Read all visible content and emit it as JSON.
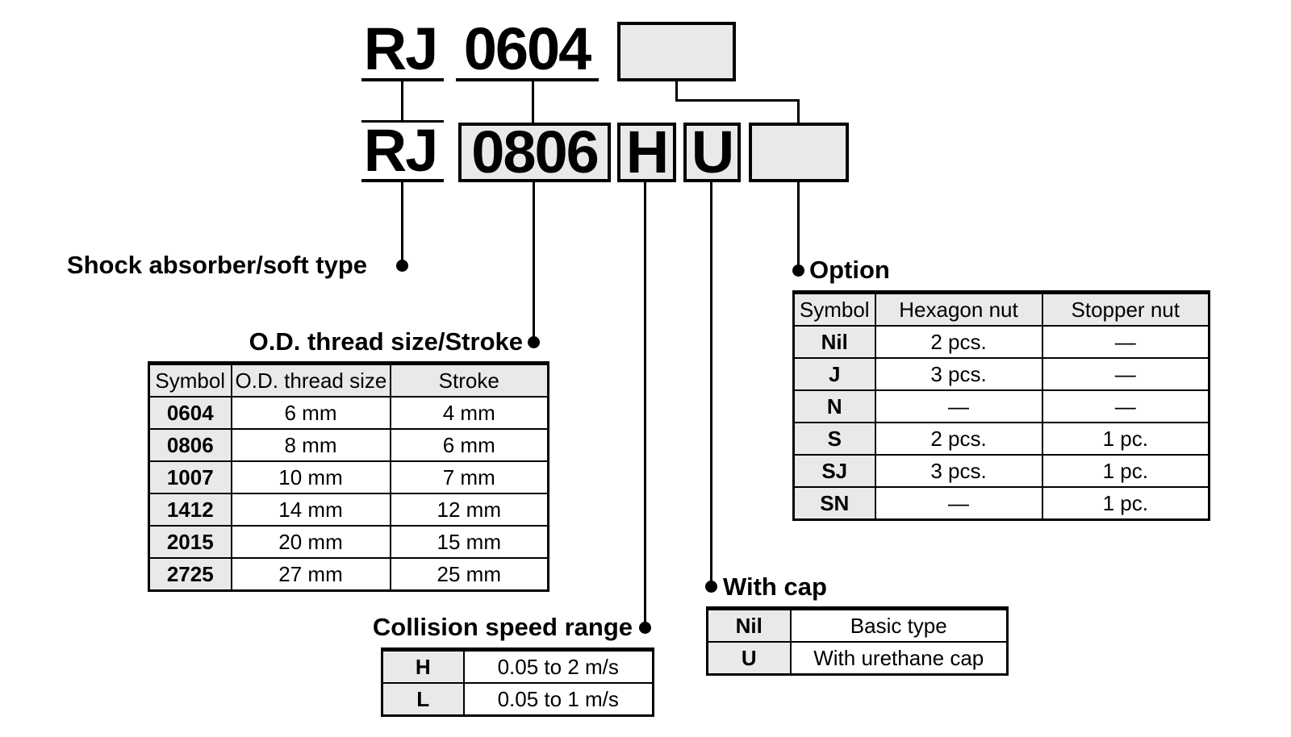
{
  "model_top": {
    "prefix": "RJ",
    "size": "0604"
  },
  "model_bottom": {
    "prefix": "RJ",
    "size": "0806",
    "speed": "H",
    "cap": "U"
  },
  "labels": {
    "shock": "Shock absorber/soft type",
    "od": "O.D. thread size/Stroke",
    "option": "Option",
    "collision": "Collision speed range",
    "withcap": "With cap"
  },
  "tables": {
    "od": {
      "headers": [
        "Symbol",
        "O.D. thread size",
        "Stroke"
      ],
      "rows": [
        [
          "0604",
          "6 mm",
          "4 mm"
        ],
        [
          "0806",
          "8 mm",
          "6 mm"
        ],
        [
          "1007",
          "10 mm",
          "7 mm"
        ],
        [
          "1412",
          "14 mm",
          "12 mm"
        ],
        [
          "2015",
          "20 mm",
          "15 mm"
        ],
        [
          "2725",
          "27 mm",
          "25 mm"
        ]
      ]
    },
    "option": {
      "headers": [
        "Symbol",
        "Hexagon nut",
        "Stopper nut"
      ],
      "rows": [
        [
          "Nil",
          "2 pcs.",
          "—"
        ],
        [
          "J",
          "3 pcs.",
          "—"
        ],
        [
          "N",
          "—",
          "—"
        ],
        [
          "S",
          "2 pcs.",
          "1 pc."
        ],
        [
          "SJ",
          "3 pcs.",
          "1 pc."
        ],
        [
          "SN",
          "—",
          "1 pc."
        ]
      ]
    },
    "collision": {
      "rows": [
        [
          "H",
          "0.05 to 2 m/s"
        ],
        [
          "L",
          "0.05 to 1 m/s"
        ]
      ]
    },
    "withcap": {
      "rows": [
        [
          "Nil",
          "Basic type"
        ],
        [
          "U",
          "With urethane cap"
        ]
      ]
    }
  },
  "colors": {
    "box_fill": "#e9e9e9",
    "line": "#000000"
  }
}
